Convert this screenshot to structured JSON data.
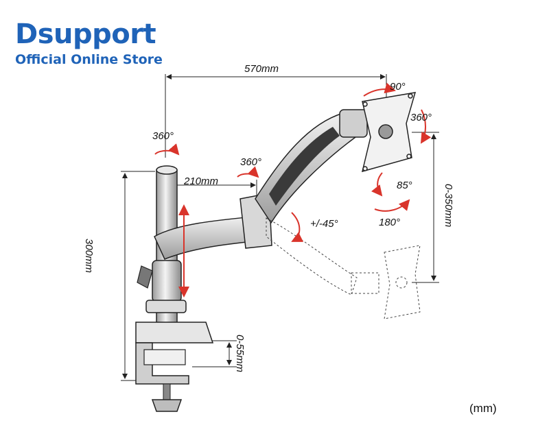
{
  "brand": {
    "name": "Dsupport",
    "tagline": "Official Online Store"
  },
  "dimensions": {
    "span": "570mm",
    "pole_to_joint": "210mm",
    "pole_height": "300mm",
    "clamp_range": "0-55mm",
    "height_range": "0-350mm"
  },
  "angles": {
    "pole_swivel": "360°",
    "joint_swivel": "360°",
    "head_tilt": "90°",
    "head_rotate": "360°",
    "arm_tilt": "+/-45°",
    "head_swivel": "85°",
    "head_pan": "180°"
  },
  "unit_note": "(mm)",
  "colors": {
    "brand": "#1f63b8",
    "arrow": "#d9342b",
    "line": "#222222"
  }
}
